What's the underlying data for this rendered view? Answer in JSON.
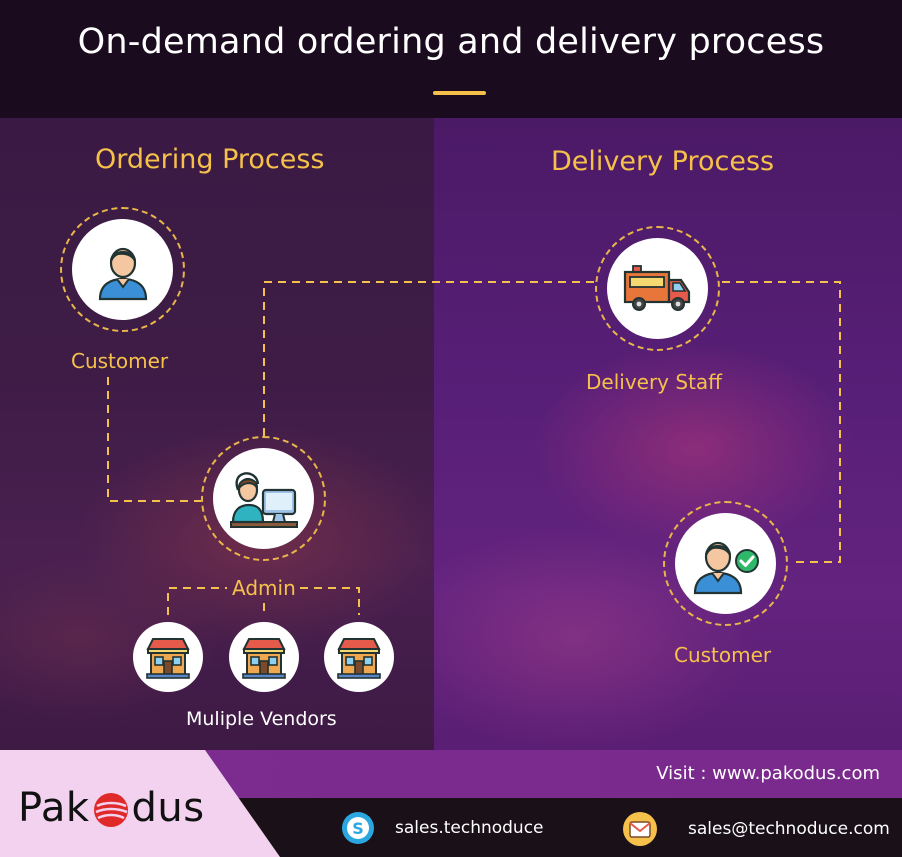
{
  "header": {
    "title": "On-demand ordering and delivery process"
  },
  "ordering": {
    "title": "Ordering Process",
    "customer_label": "Customer",
    "admin_label": "Admin",
    "vendors_label": "Muliple Vendors"
  },
  "delivery": {
    "title": "Delivery Process",
    "staff_label": "Delivery Staff",
    "customer_label": "Customer"
  },
  "footer": {
    "visit": "Visit : www.pakodus.com",
    "logo_left": "Pak",
    "logo_right": "dus",
    "skype": "sales.technoduce",
    "email": "sales@technoduce.com"
  },
  "colors": {
    "accent": "#f6c14b",
    "header_bg": "#1b0b1f",
    "visit_bar": "#7c2b8e",
    "logo_bg": "#f2d2ef",
    "logo_red": "#e02a2a"
  },
  "icons": [
    "customer-icon",
    "admin-icon",
    "vendor-shop-icon",
    "delivery-truck-icon",
    "verified-customer-icon",
    "skype-icon",
    "email-icon"
  ]
}
